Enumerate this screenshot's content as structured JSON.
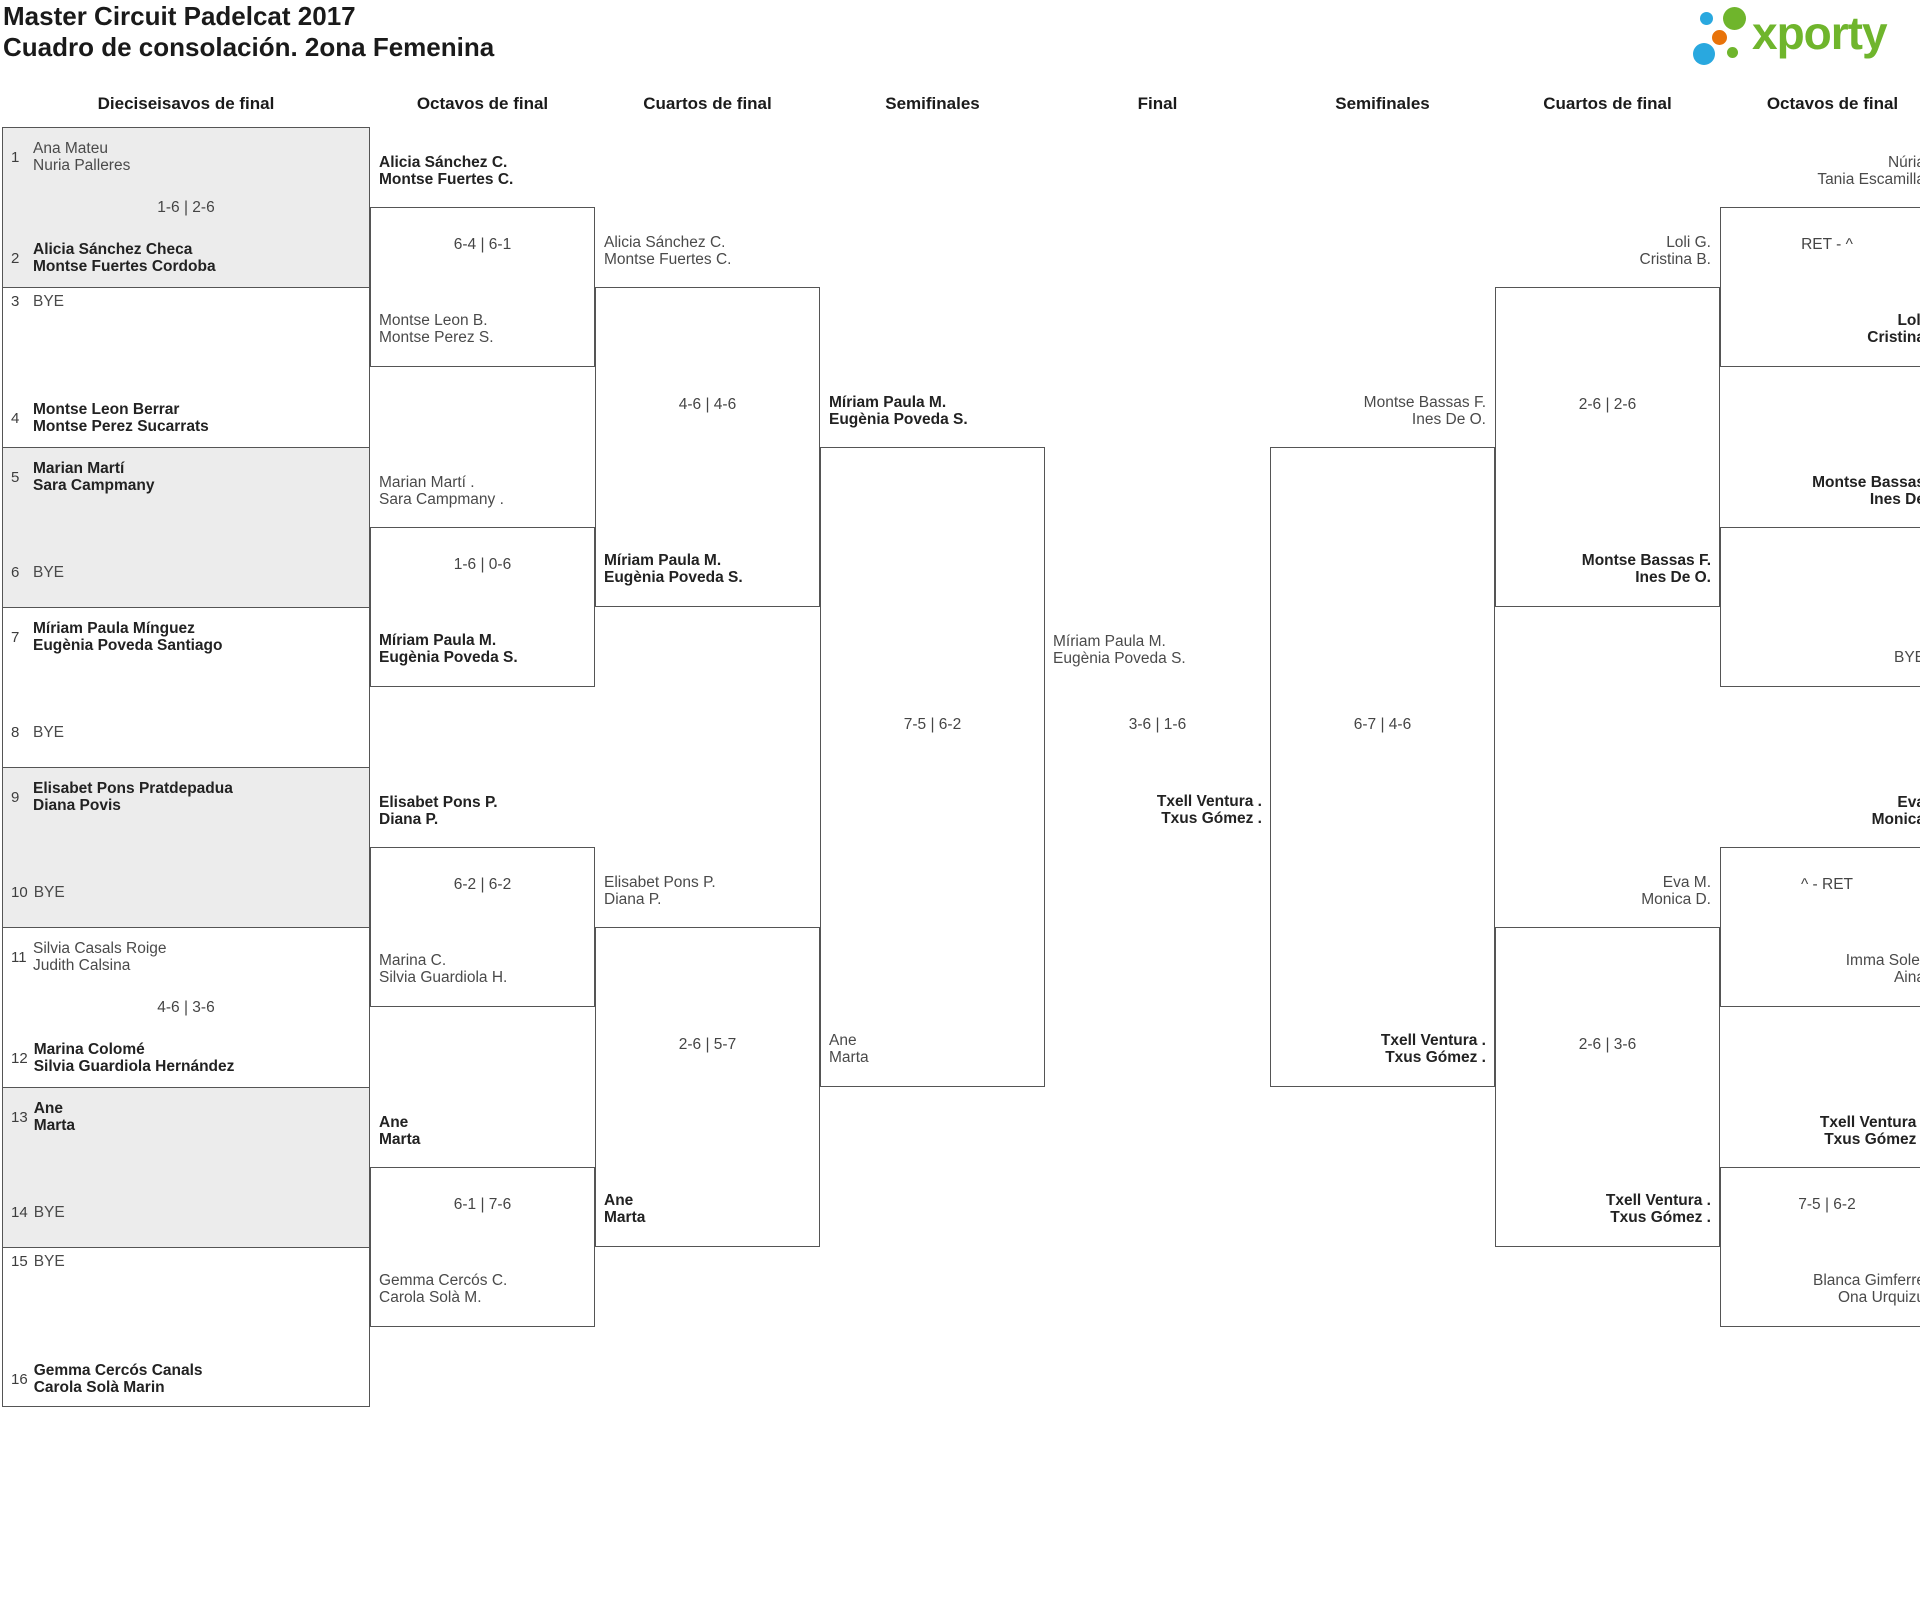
{
  "title": {
    "line1": "Master Circuit Padelcat 2017",
    "line2": "Cuadro de consolación. 2ona Femenina"
  },
  "logo": {
    "brand": "xporty"
  },
  "colors": {
    "accent_green": "#6fb52c",
    "accent_blue": "#29a8df",
    "accent_orange": "#e8730a",
    "winner_text": "#222222",
    "regular_text": "#4a4a4a",
    "line": "#555555",
    "shaded_block": "#ececec"
  },
  "round_headers": [
    "Dieciseisavos de final",
    "Octavos de final",
    "Cuartos de final",
    "Semifinales",
    "Final",
    "Semifinales",
    "Cuartos de final",
    "Octavos de final"
  ],
  "round1": {
    "blocks": [
      {
        "score": "1-6 | 2-6",
        "slots": [
          {
            "seed": "1",
            "line1": "Ana Mateu",
            "line2": "Nuria Palleres"
          },
          {
            "seed": "2",
            "line1": "Alicia Sánchez Checa",
            "line2": "Montse Fuertes Cordoba"
          }
        ]
      },
      {
        "slots": [
          {
            "seed": "3",
            "line1": "BYE"
          },
          {
            "seed": "4",
            "line1": "Montse Leon Berrar",
            "line2": "Montse Perez Sucarrats"
          }
        ]
      },
      {
        "slots": [
          {
            "seed": "5",
            "line1": "Marian Martí",
            "line2": "Sara Campmany"
          },
          {
            "seed": "6",
            "line1": "BYE"
          }
        ]
      },
      {
        "slots": [
          {
            "seed": "7",
            "line1": "Míriam Paula Mínguez",
            "line2": "Eugènia Poveda Santiago"
          },
          {
            "seed": "8",
            "line1": "BYE"
          }
        ]
      },
      {
        "slots": [
          {
            "seed": "9",
            "line1": "Elisabet Pons Pratdepadua",
            "line2": "Diana Povis"
          },
          {
            "seed": "10",
            "line1": "BYE"
          }
        ]
      },
      {
        "score": "4-6 | 3-6",
        "slots": [
          {
            "seed": "11",
            "line1": "Silvia Casals Roige",
            "line2": "Judith Calsina"
          },
          {
            "seed": "12",
            "line1": "Marina Colomé",
            "line2": "Silvia Guardiola Hernández"
          }
        ]
      },
      {
        "slots": [
          {
            "seed": "13",
            "line1": "Ane",
            "line2": "Marta"
          },
          {
            "seed": "14",
            "line1": "BYE"
          }
        ]
      },
      {
        "slots": [
          {
            "seed": "15",
            "line1": "BYE"
          },
          {
            "seed": "16",
            "line1": "Gemma Cercós Canals",
            "line2": "Carola Solà Marin"
          }
        ]
      }
    ]
  },
  "matches": {
    "ol1": {
      "teamA": {
        "line1": "Alicia Sánchez C.",
        "line2": "Montse Fuertes C."
      },
      "score": "6-4 | 6-1",
      "teamB": {
        "line1": "Montse Leon B.",
        "line2": "Montse Perez S."
      }
    },
    "ol2": {
      "teamA": {
        "line1": "Marian Martí .",
        "line2": "Sara Campmany ."
      },
      "score": "1-6 | 0-6",
      "teamB": {
        "line1": "Míriam Paula M.",
        "line2": "Eugènia Poveda S."
      }
    },
    "ol3": {
      "teamA": {
        "line1": "Elisabet Pons P.",
        "line2": "Diana P."
      },
      "score": "6-2 | 6-2",
      "teamB": {
        "line1": "Marina C.",
        "line2": "Silvia Guardiola H."
      }
    },
    "ol4": {
      "teamA": {
        "line1": "Ane",
        "line2": "Marta"
      },
      "score": "6-1 | 7-6",
      "teamB": {
        "line1": "Gemma Cercós C.",
        "line2": "Carola Solà M."
      }
    },
    "ql1": {
      "teamA": {
        "line1": "Alicia Sánchez C.",
        "line2": "Montse Fuertes C."
      },
      "score": "4-6 | 4-6",
      "teamB": {
        "line1": "Míriam Paula M.",
        "line2": "Eugènia Poveda S."
      }
    },
    "ql2": {
      "teamA": {
        "line1": "Elisabet Pons P.",
        "line2": "Diana P."
      },
      "score": "2-6 | 5-7",
      "teamB": {
        "line1": "Ane",
        "line2": "Marta"
      }
    },
    "sl": {
      "teamA": {
        "line1": "Míriam Paula M.",
        "line2": "Eugènia Poveda S."
      },
      "score": "7-5 | 6-2",
      "teamB": {
        "line1": "Ane",
        "line2": "Marta"
      }
    },
    "fin": {
      "teamA": {
        "line1": "Míriam Paula M.",
        "line2": "Eugènia Poveda S."
      },
      "score": "3-6 | 1-6",
      "teamB": {
        "line1": "Txell Ventura .",
        "line2": "Txus Gómez ."
      }
    },
    "sr": {
      "teamA": {
        "line1": "Montse Bassas F.",
        "line2": "Ines De O."
      },
      "score": "6-7 | 4-6",
      "teamB": {
        "line1": "Txell Ventura .",
        "line2": "Txus Gómez ."
      }
    },
    "qr1": {
      "teamA": {
        "line1": "Loli G.",
        "line2": "Cristina B."
      },
      "score": "2-6 | 2-6",
      "teamB": {
        "line1": "Montse Bassas F.",
        "line2": "Ines De O."
      }
    },
    "qr2": {
      "teamA": {
        "line1": "Eva M.",
        "line2": "Monica D."
      },
      "score": "2-6 | 3-6",
      "teamB": {
        "line1": "Txell Ventura .",
        "line2": "Txus Gómez ."
      }
    },
    "or1": {
      "teamA": {
        "line1": "Núria",
        "line2": "Tania Escamilla"
      },
      "score": "RET - ^",
      "teamB": {
        "line1": "Loli",
        "line2": "Cristina"
      }
    },
    "or2": {
      "teamA": {
        "line1": "Montse Bassas",
        "line2": "Ines De"
      },
      "teamB": {
        "line1": "BYE"
      }
    },
    "or3": {
      "teamA": {
        "line1": "Eva",
        "line2": "Monica"
      },
      "score": "^ - RET",
      "teamB": {
        "line1": "Imma Soler",
        "line2": "Aina"
      }
    },
    "or4": {
      "teamA": {
        "line1": "Txell Ventura .",
        "line2": "Txus Gómez ."
      },
      "score": "7-5 | 6-2",
      "teamB": {
        "line1": "Blanca Gimferre",
        "line2": "Ona Urquizu"
      }
    }
  }
}
